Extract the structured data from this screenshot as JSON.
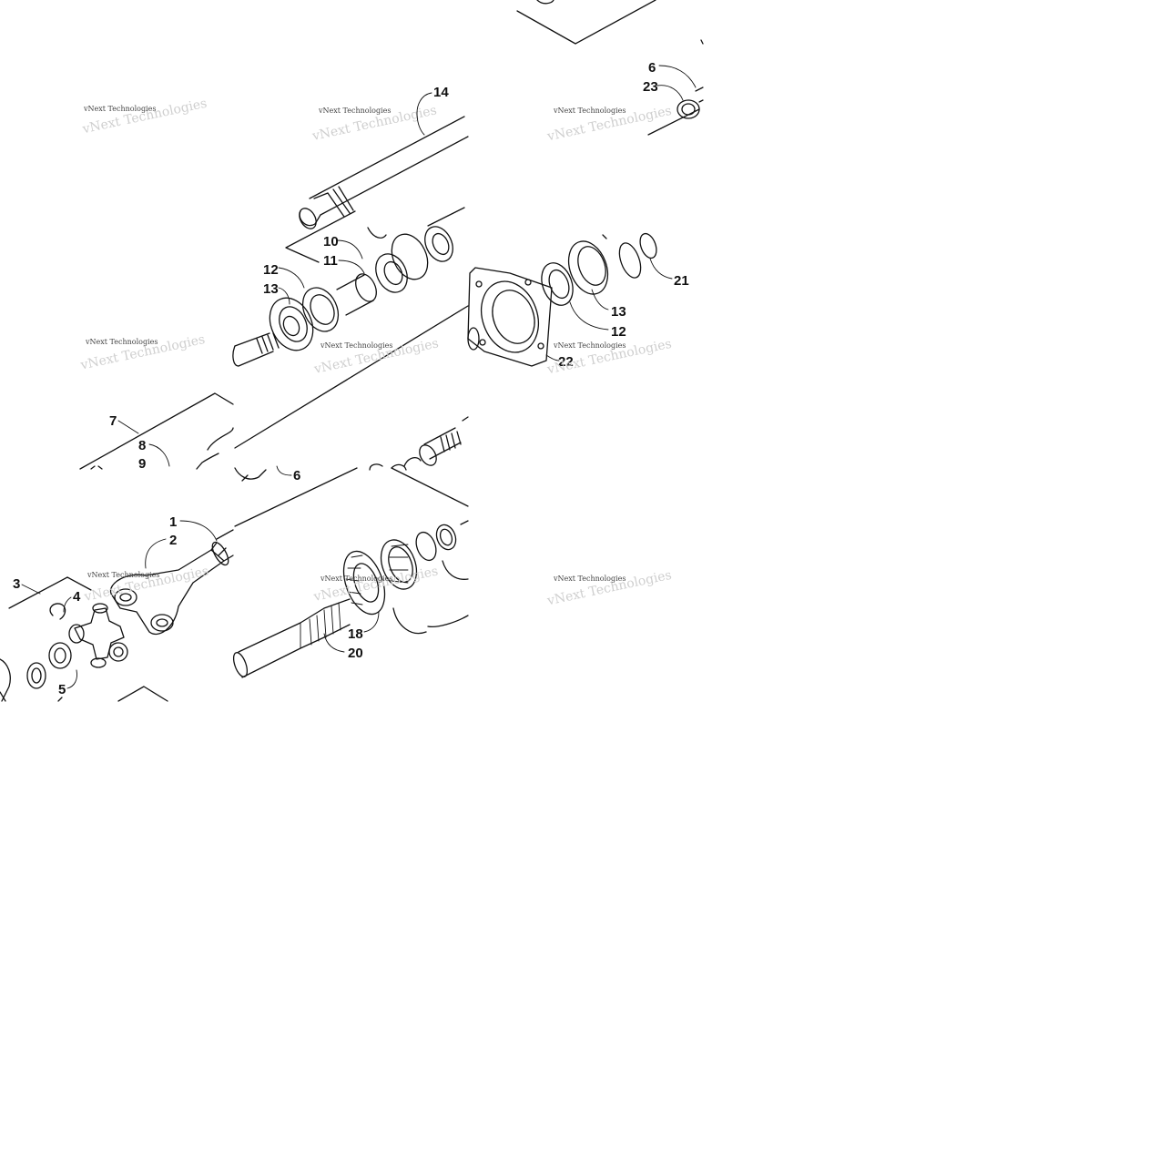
{
  "watermark": "vNext Technologies",
  "callouts": {
    "p1": "1",
    "p2": "2",
    "p3": "3",
    "p4": "4",
    "p5": "5",
    "p6a": "6",
    "p6b": "6",
    "p7": "7",
    "p8": "8",
    "p9": "9",
    "p10": "10",
    "p11": "11",
    "p12a": "12",
    "p12b": "12",
    "p13a": "13",
    "p13b": "13",
    "p14": "14",
    "p18": "18",
    "p20": "20",
    "p21": "21",
    "p22": "22",
    "p23": "23"
  }
}
